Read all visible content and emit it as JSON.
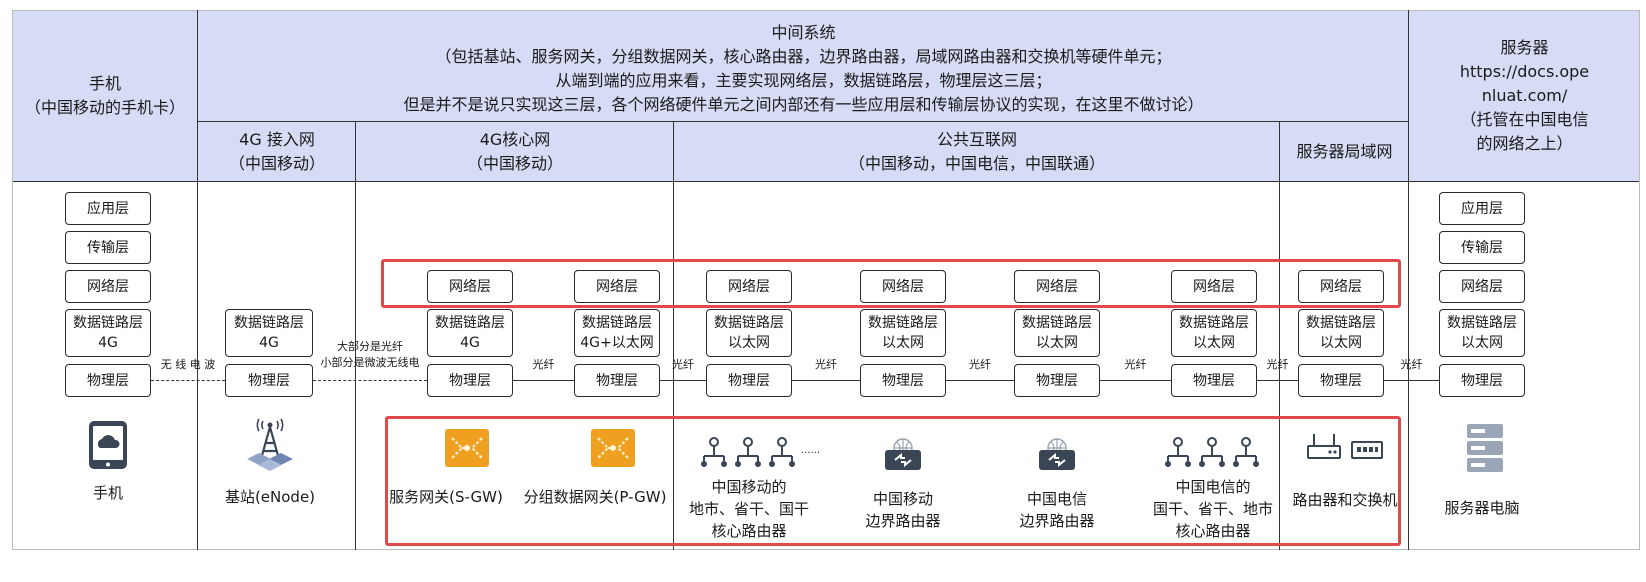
{
  "header": {
    "phone": [
      "手机",
      "（中国移动的手机卡）"
    ],
    "middle": [
      "中间系统",
      "（包括基站、服务网关，分组数据网关，核心路由器，边界路由器，局域网路由器和交换机等硬件单元；",
      "从端到端的应用来看，主要实现网络层，数据链路层，物理层这三层；",
      "但是并不是说只实现这三层，各个网络硬件单元之间内部还有一些应用层和传输层协议的实现，在这里不做讨论）"
    ],
    "server": [
      "服务器",
      "https://docs.ope",
      "nluat.com/",
      "（托管在中国电信",
      "的网络之上）"
    ],
    "sub": {
      "access": [
        "4G 接入网",
        "（中国移动）"
      ],
      "core": [
        "4G核心网",
        "（中国移动）"
      ],
      "internet": [
        "公共互联网",
        "（中国移动，中国电信，中国联通）"
      ],
      "lan": [
        "服务器局域网"
      ]
    }
  },
  "layers": {
    "app": "应用层",
    "transport": "传输层",
    "network": "网络层",
    "datalink": "数据链路层",
    "physical": "物理层",
    "dl_4g": "4G",
    "dl_4g_eth": "4G+以太网",
    "dl_eth": "以太网"
  },
  "links": {
    "radio": "无 线 电 波",
    "mostly_fiber": "大部分是光纤",
    "partly_microwave": "小部分是微波无线电",
    "fiber": "光纤"
  },
  "devices": {
    "phone": "手机",
    "base_station": "基站(eNode)",
    "sgw": "服务网关(S-GW)",
    "pgw": "分组数据网关(P-GW)",
    "cm_core": [
      "中国移动的",
      "地市、省干、国干",
      "核心路由器"
    ],
    "cm_border": [
      "中国移动",
      "边界路由器"
    ],
    "ct_border": [
      "中国电信",
      "边界路由器"
    ],
    "ct_core": [
      "中国电信的",
      "国干、省干、地市",
      "核心路由器"
    ],
    "router_switch": "路由器和交换机",
    "server_pc": "服务器电脑",
    "dots": "......"
  },
  "colors": {
    "header_bg": "#d6dcf5",
    "highlight": "#e24a4a",
    "gateway": "#f0a020",
    "icon_dark": "#3a4555"
  }
}
